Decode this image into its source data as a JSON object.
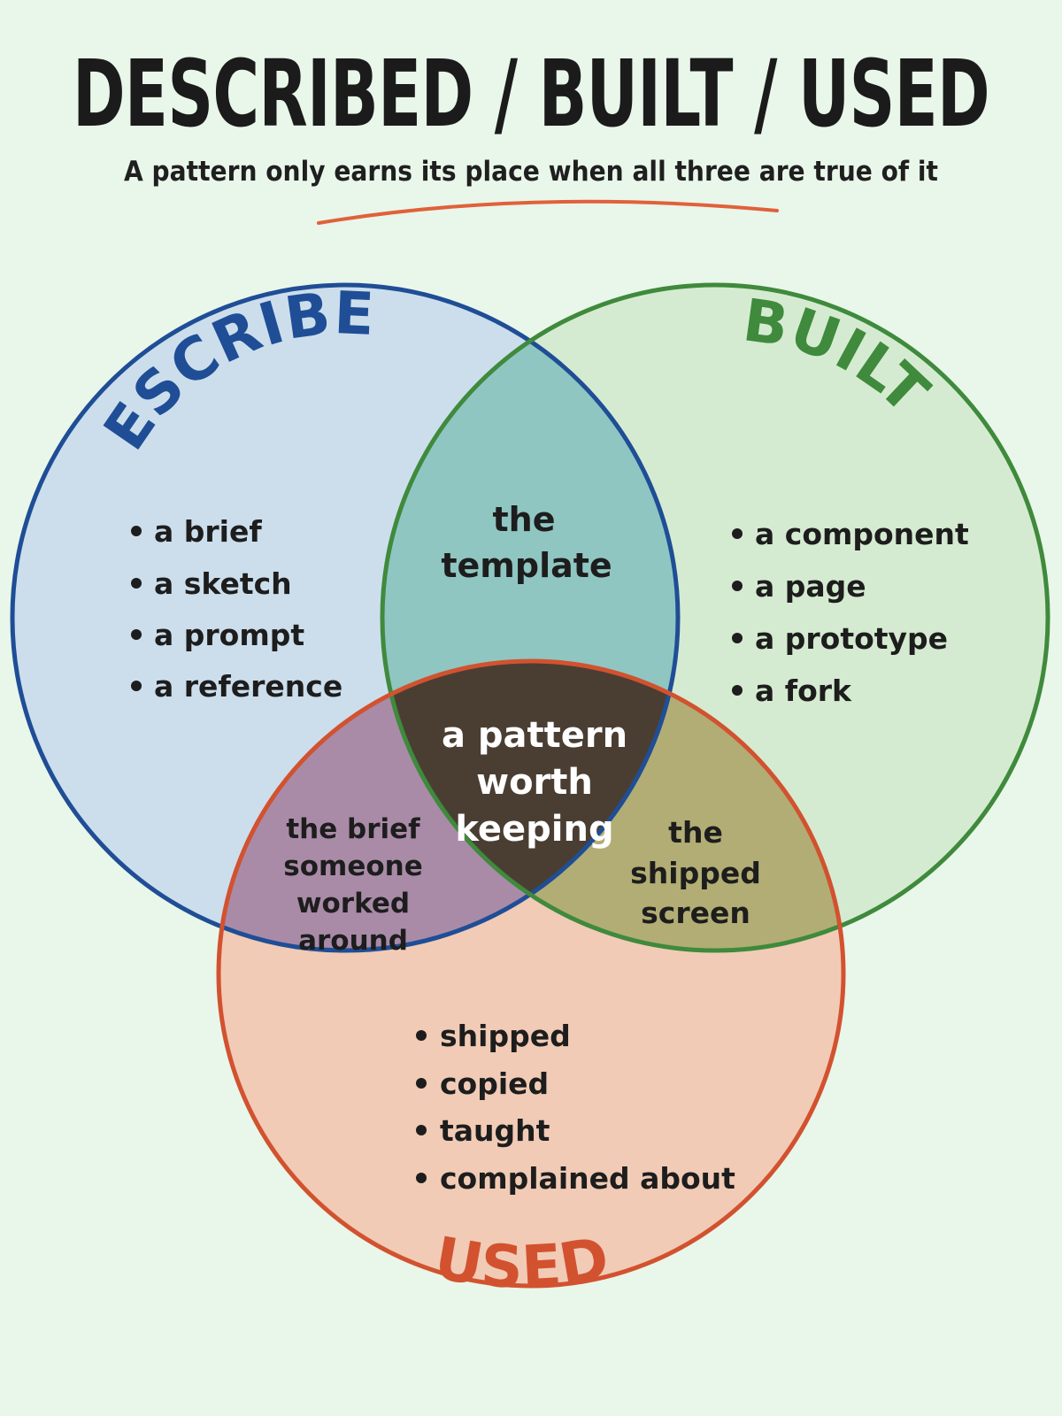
{
  "title": "DESCRIBED / BUILT / USED",
  "subtitle": "A pattern only earns its place when all three are true of it",
  "sets": {
    "described": {
      "label": "DESCRIBED",
      "color": "#1f4e96",
      "items": [
        "a brief",
        "a sketch",
        "a prompt",
        "a reference"
      ]
    },
    "built": {
      "label": "BUILT",
      "color": "#3f8a3c",
      "items": [
        "a component",
        "a page",
        "a prototype",
        "a fork"
      ]
    },
    "used": {
      "label": "USED",
      "color": "#d2522f",
      "items": [
        "shipped",
        "copied",
        "taught",
        "complained about"
      ]
    }
  },
  "overlaps": {
    "described_built": [
      "the",
      "template"
    ],
    "described_used": [
      "the brief",
      "someone",
      "worked",
      "around"
    ],
    "built_used": [
      "the",
      "shipped",
      "screen"
    ],
    "all_three": [
      "a pattern",
      "worth",
      "keeping"
    ]
  },
  "accent_color": "#e0613a",
  "bullet_icon": "bullet-dot"
}
